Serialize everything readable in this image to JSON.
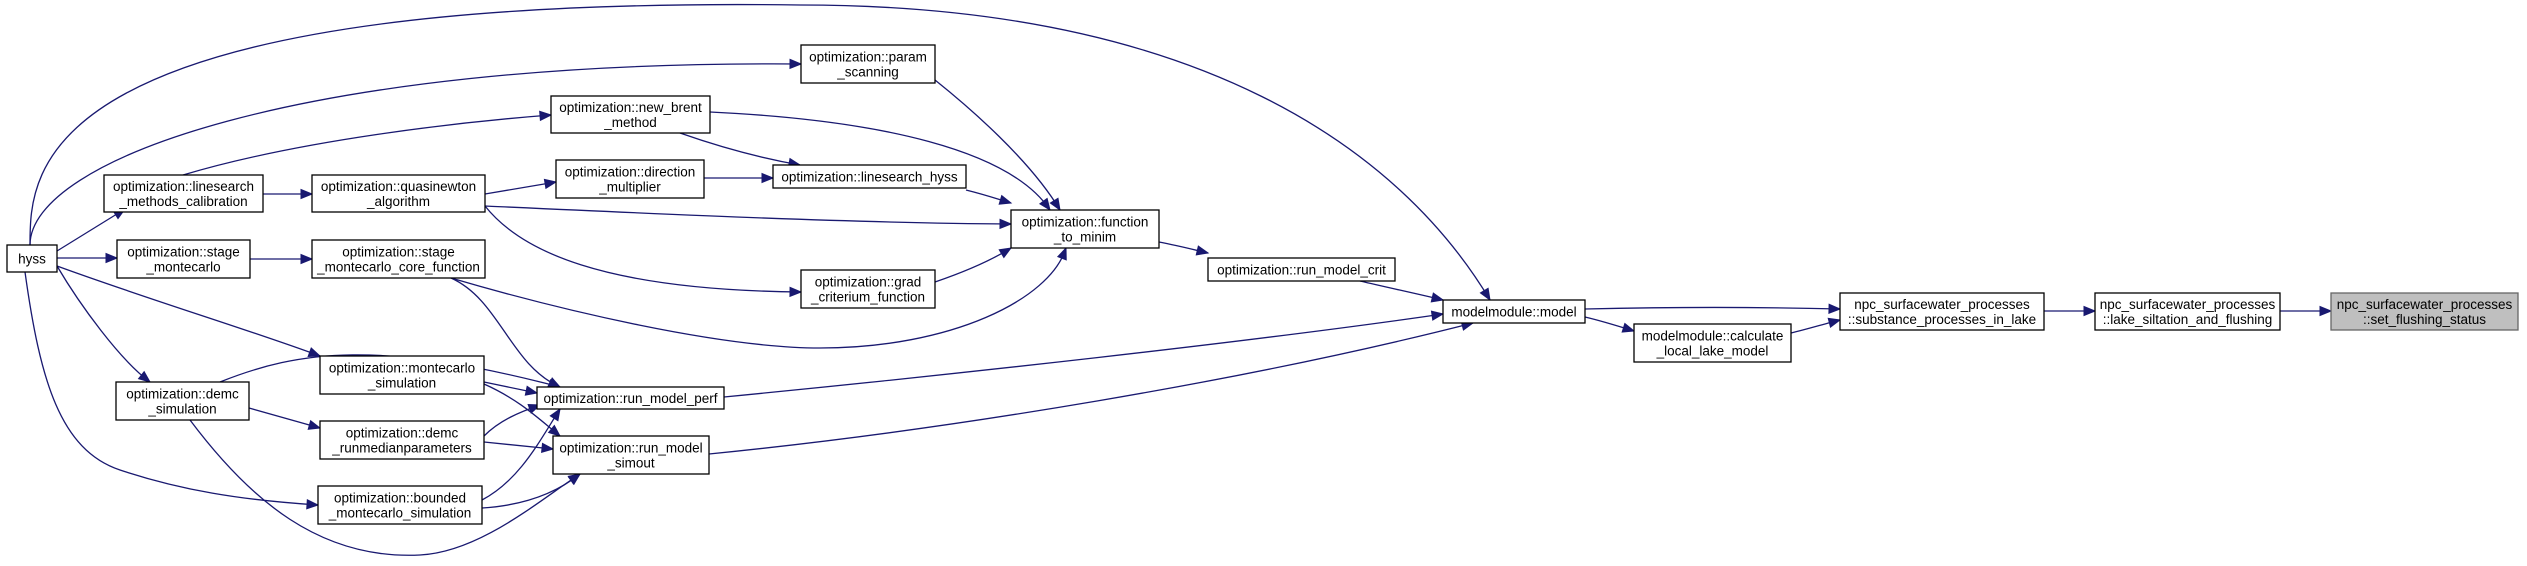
{
  "graph": {
    "nodes": [
      {
        "id": "hyss",
        "lines": [
          "hyss"
        ]
      },
      {
        "id": "linesearch_methods_calibration",
        "lines": [
          "optimization::linesearch",
          "_methods_calibration"
        ]
      },
      {
        "id": "stage_montecarlo",
        "lines": [
          "optimization::stage",
          "_montecarlo"
        ]
      },
      {
        "id": "demc_simulation",
        "lines": [
          "optimization::demc",
          "_simulation"
        ]
      },
      {
        "id": "quasinewton_algorithm",
        "lines": [
          "optimization::quasinewton",
          "_algorithm"
        ]
      },
      {
        "id": "stage_montecarlo_core_function",
        "lines": [
          "optimization::stage",
          "_montecarlo_core_function"
        ]
      },
      {
        "id": "montecarlo_simulation",
        "lines": [
          "optimization::montecarlo",
          "_simulation"
        ]
      },
      {
        "id": "demc_runmedianparameters",
        "lines": [
          "optimization::demc",
          "_runmedianparameters"
        ]
      },
      {
        "id": "bounded_montecarlo_simulation",
        "lines": [
          "optimization::bounded",
          "_montecarlo_simulation"
        ]
      },
      {
        "id": "new_brent_method",
        "lines": [
          "optimization::new_brent",
          "_method"
        ]
      },
      {
        "id": "direction_multiplier",
        "lines": [
          "optimization::direction",
          "_multiplier"
        ]
      },
      {
        "id": "param_scanning",
        "lines": [
          "optimization::param",
          "_scanning"
        ]
      },
      {
        "id": "linesearch_hyss",
        "lines": [
          "optimization::linesearch_hyss"
        ]
      },
      {
        "id": "grad_criterium_function",
        "lines": [
          "optimization::grad",
          "_criterium_function"
        ]
      },
      {
        "id": "run_model_perf",
        "lines": [
          "optimization::run_model_perf"
        ]
      },
      {
        "id": "run_model_simout",
        "lines": [
          "optimization::run_model",
          "_simout"
        ]
      },
      {
        "id": "function_to_minim",
        "lines": [
          "optimization::function",
          "_to_minim"
        ]
      },
      {
        "id": "run_model_crit",
        "lines": [
          "optimization::run_model_crit"
        ]
      },
      {
        "id": "modelmodule_model",
        "lines": [
          "modelmodule::model"
        ]
      },
      {
        "id": "calculate_local_lake_model",
        "lines": [
          "modelmodule::calculate",
          "_local_lake_model"
        ]
      },
      {
        "id": "substance_processes_in_lake",
        "lines": [
          "npc_surfacewater_processes",
          "::substance_processes_in_lake"
        ]
      },
      {
        "id": "lake_siltation_and_flushing",
        "lines": [
          "npc_surfacewater_processes",
          "::lake_siltation_and_flushing"
        ]
      },
      {
        "id": "set_flushing_status",
        "lines": [
          "npc_surfacewater_processes",
          "::set_flushing_status"
        ]
      }
    ],
    "current_node": "set_flushing_status",
    "edges": [
      [
        "lake_siltation_and_flushing",
        "set_flushing_status"
      ],
      [
        "substance_processes_in_lake",
        "lake_siltation_and_flushing"
      ],
      [
        "modelmodule_model",
        "substance_processes_in_lake"
      ],
      [
        "calculate_local_lake_model",
        "substance_processes_in_lake"
      ],
      [
        "modelmodule_model",
        "calculate_local_lake_model"
      ],
      [
        "run_model_crit",
        "modelmodule_model"
      ],
      [
        "run_model_perf",
        "modelmodule_model"
      ],
      [
        "run_model_simout",
        "modelmodule_model"
      ],
      [
        "hyss",
        "modelmodule_model"
      ],
      [
        "function_to_minim",
        "run_model_crit"
      ],
      [
        "param_scanning",
        "function_to_minim"
      ],
      [
        "new_brent_method",
        "function_to_minim"
      ],
      [
        "linesearch_hyss",
        "function_to_minim"
      ],
      [
        "quasinewton_algorithm",
        "function_to_minim"
      ],
      [
        "grad_criterium_function",
        "function_to_minim"
      ],
      [
        "stage_montecarlo_core_function",
        "function_to_minim"
      ],
      [
        "hyss",
        "param_scanning"
      ],
      [
        "linesearch_methods_calibration",
        "new_brent_method"
      ],
      [
        "new_brent_method",
        "linesearch_hyss"
      ],
      [
        "direction_multiplier",
        "linesearch_hyss"
      ],
      [
        "quasinewton_algorithm",
        "direction_multiplier"
      ],
      [
        "quasinewton_algorithm",
        "grad_criterium_function"
      ],
      [
        "linesearch_methods_calibration",
        "quasinewton_algorithm"
      ],
      [
        "hyss",
        "linesearch_methods_calibration"
      ],
      [
        "hyss",
        "stage_montecarlo"
      ],
      [
        "hyss",
        "demc_simulation"
      ],
      [
        "stage_montecarlo",
        "stage_montecarlo_core_function"
      ],
      [
        "stage_montecarlo_core_function",
        "run_model_perf"
      ],
      [
        "montecarlo_simulation",
        "run_model_perf"
      ],
      [
        "demc_runmedianparameters",
        "run_model_perf"
      ],
      [
        "bounded_montecarlo_simulation",
        "run_model_perf"
      ],
      [
        "demc_simulation",
        "run_model_perf"
      ],
      [
        "montecarlo_simulation",
        "run_model_simout"
      ],
      [
        "demc_runmedianparameters",
        "run_model_simout"
      ],
      [
        "bounded_montecarlo_simulation",
        "run_model_simout"
      ],
      [
        "demc_simulation",
        "run_model_simout"
      ],
      [
        "hyss",
        "montecarlo_simulation"
      ],
      [
        "demc_simulation",
        "demc_runmedianparameters"
      ],
      [
        "hyss",
        "bounded_montecarlo_simulation"
      ]
    ]
  }
}
